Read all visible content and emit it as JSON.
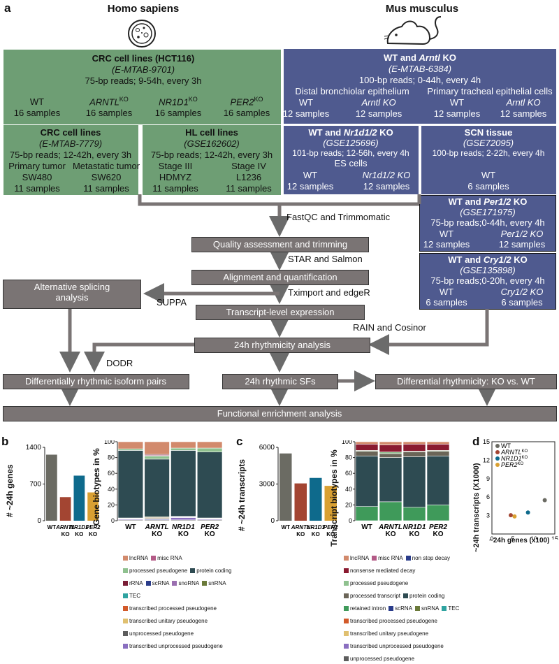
{
  "panel_a": {
    "letter": "a",
    "human_title": "Homo sapiens",
    "mouse_title": "Mus musculus",
    "crc1": {
      "title": "CRC cell lines (HCT116)",
      "acc": "(E-MTAB-9701)",
      "reads": "75-bp reads; 9-54h, every 3h",
      "groups": [
        {
          "label": "WT",
          "sup": "",
          "n": "16 samples"
        },
        {
          "label": "ARNTL",
          "sup": "KO",
          "n": "16 samples"
        },
        {
          "label": "NR1D1",
          "sup": "KO",
          "n": "16 samples"
        },
        {
          "label": "PER2",
          "sup": "KO",
          "n": "16 samples"
        }
      ]
    },
    "crc2": {
      "title": "CRC cell lines",
      "acc": "(E-MTAB-7779)",
      "reads": "75-bp reads; 12-42h, every 3h",
      "left": {
        "l1": "Primary tumor",
        "l2": "SW480",
        "n": "11 samples"
      },
      "right": {
        "l1": "Metastatic tumor",
        "l2": "SW620",
        "n": "11 samples"
      }
    },
    "hl": {
      "title": "HL cell lines",
      "acc": "(GSE162602)",
      "reads": "75-bp reads; 12-42h, every 3h",
      "left": {
        "l1": "Stage III",
        "l2": "HDMYZ",
        "n": "11 samples"
      },
      "right": {
        "l1": "Stage IV",
        "l2": "L1236",
        "n": "11 samples"
      }
    },
    "arntl": {
      "title_a": "WT and ",
      "title_b": "Arntl",
      "title_c": " KO",
      "acc": "(E-MTAB-6384)",
      "reads": "100-bp reads; 0-44h, every 4h",
      "left": {
        "tissue": "Distal bronchiolar epithelium",
        "g1": "WT",
        "g2": "Arntl KO",
        "n1": "12 samples",
        "n2": "12 samples"
      },
      "right": {
        "tissue": "Primary tracheal epithelial cells",
        "g1": "WT",
        "g2": "Arntl KO",
        "n1": "12 samples",
        "n2": "12 samples"
      }
    },
    "nr1d": {
      "title_a": "WT and ",
      "title_b": "Nr1d1/2",
      "title_c": " KO",
      "acc": "(GSE125696)",
      "reads": "101-bp reads; 12-56h, every 4h",
      "cells": "ES cells",
      "g1": "WT",
      "g2": "Nr1d1/2 KO",
      "n1": "12 samples",
      "n2": "12 samples"
    },
    "scn": {
      "title": "SCN tissue",
      "acc": "(GSE72095)",
      "reads": "100-bp reads; 2-22h, every 4h",
      "g1": "WT",
      "n1": "6 samples"
    },
    "per": {
      "title_a": "WT and ",
      "title_b": "Per1/2",
      "title_c": " KO",
      "acc": "(GSE171975)",
      "reads": "75-bp reads;0-44h, every 4h",
      "g1": "WT",
      "g2": "Per1/2 KO",
      "n1": "12 samples",
      "n2": "12 samples"
    },
    "cry": {
      "title_a": "WT and ",
      "title_b": "Cry1/2",
      "title_c": " KO",
      "acc": "(GSE135898)",
      "reads": "75-bp reads;0-20h, every 4h",
      "g1": "WT",
      "g2": "Cry1/2 KO",
      "n1": "6 samples",
      "n2": "6 samples"
    },
    "steps": {
      "fastqc": "FastQC and Trimmomatic",
      "quality": "Quality assessment and trimming",
      "star": "STAR and Salmon",
      "align": "Alignment and quantification",
      "tximport": "Tximport and edgeR",
      "suppa": "SUPPA",
      "altsplice": "Alternative splicing analysis",
      "transcript": "Transcript-level expression",
      "rain": "RAIN and Cosinor",
      "rhythm": "24h rhythmicity analysis",
      "dodr": "DODR",
      "diffpairs": "Differentially rhythmic isoform pairs",
      "sfs": "24h rhythmic SFs",
      "diffrhythm": "Differential rhythmicity: KO vs. WT",
      "functional": "Functional enrichment analysis"
    }
  },
  "colors": {
    "wt": "#6b6b63",
    "arntl": "#a34532",
    "nr1d1": "#0e6a8c",
    "per2": "#d9a032",
    "green": "#6e9e74",
    "blue": "#4f5a8f",
    "gray": "#7a7474"
  },
  "panel_b": {
    "letter": "b",
    "ylabel": "# ~24h  genes",
    "yticks": [
      "1400",
      "700",
      "0"
    ],
    "bars_xlabels": [
      [
        "WT"
      ],
      [
        "ARNTL",
        "KO"
      ],
      [
        "NR1D1",
        "KO"
      ],
      [
        "PER2",
        "KO"
      ]
    ],
    "stack_ylabel": "Gene biotypes in %",
    "stack_yticks": [
      "100",
      "80",
      "60",
      "40",
      "20",
      "0"
    ],
    "legend": [
      {
        "label": "lncRNA",
        "color": "#d28a6c"
      },
      {
        "label": "misc RNA",
        "color": "#b35a86"
      },
      {
        "label": "processed pseudogene",
        "color": "#8fc18f"
      },
      {
        "label": "protein coding",
        "color": "#2e4b52"
      },
      {
        "label": "rRNA",
        "color": "#7a1d35"
      },
      {
        "label": "scRNA",
        "color": "#2a3c8a"
      },
      {
        "label": "snoRNA",
        "color": "#9a6fb0"
      },
      {
        "label": "snRNA",
        "color": "#6b7a3a"
      },
      {
        "label": "TEC",
        "color": "#2fa3a0"
      },
      {
        "label": "transcribed processed pseudogene",
        "color": "#d25a2a"
      },
      {
        "label": "transcribed unitary pseudogene",
        "color": "#e0c070"
      },
      {
        "label": "unprocessed pseudogene",
        "color": "#5d5d5d"
      },
      {
        "label": "transcribed unprocessed pseudogene",
        "color": "#8a6fc0"
      }
    ]
  },
  "panel_c": {
    "letter": "c",
    "ylabel": "# ~24h  transcripts",
    "yticks": [
      "6000",
      "3000",
      "0"
    ],
    "bars_xlabels": [
      [
        "WT"
      ],
      [
        "ARNTL",
        "KO"
      ],
      [
        "NR1D1",
        "KO"
      ],
      [
        "PER2",
        "KO"
      ]
    ],
    "stack_ylabel": "Transcript biotypes in %",
    "stack_yticks": [
      "100",
      "80",
      "60",
      "40",
      "20",
      "0"
    ],
    "legend": [
      {
        "label": "lncRNA",
        "color": "#d28a6c"
      },
      {
        "label": "misc RNA",
        "color": "#b35a86"
      },
      {
        "label": "non stop decay",
        "color": "#2a3c8a"
      },
      {
        "label": "nonsense mediated decay",
        "color": "#8a1a30"
      },
      {
        "label": "processed pseudogene",
        "color": "#8fc18f"
      },
      {
        "label": "processed transcript",
        "color": "#6b6558"
      },
      {
        "label": "protein coding",
        "color": "#2e4b52"
      },
      {
        "label": "retained intron",
        "color": "#3f9a5a"
      },
      {
        "label": "scRNA",
        "color": "#2a3c8a"
      },
      {
        "label": "snRNA",
        "color": "#6b7a3a"
      },
      {
        "label": "TEC",
        "color": "#2fa3a0"
      },
      {
        "label": "transcribed processed pseudogene",
        "color": "#d25a2a"
      },
      {
        "label": "transcribed unitary pseudogene",
        "color": "#e0c070"
      },
      {
        "label": "transcribed unprocessed pseudogene",
        "color": "#8a6fc0"
      },
      {
        "label": "unprocessed pseudogene",
        "color": "#5d5d5d"
      }
    ]
  },
  "panel_d": {
    "letter": "d",
    "xlabel": "~24h  genes (x100)",
    "ylabel": "~24h  transcripts (X1000)",
    "xticks": [
      "0",
      "5",
      "10",
      "15"
    ],
    "yticks": [
      "15",
      "12",
      "9",
      "6",
      "3"
    ],
    "legend": [
      {
        "label": "WT",
        "sup": ""
      },
      {
        "label": "ARNTL",
        "sup": "KO"
      },
      {
        "label": "NR1D1",
        "sup": "KO"
      },
      {
        "label": "PER2",
        "sup": "KO"
      }
    ]
  },
  "chart_data": [
    {
      "type": "bar",
      "categories": [
        "WT",
        "ARNTL KO",
        "NR1D1 KO",
        "PER2 KO"
      ],
      "values": [
        1260,
        450,
        860,
        540
      ],
      "ylabel": "# ~24h  genes",
      "ylim": [
        0,
        1400
      ]
    },
    {
      "type": "bar",
      "categories": [
        "WT",
        "ARNTL KO",
        "NR1D1 KO",
        "PER2 KO"
      ],
      "series": [
        {
          "name": "unprocessed pseudogene",
          "values": [
            1,
            1,
            1,
            1
          ]
        },
        {
          "name": "transcribed unprocessed pseudogene",
          "values": [
            1,
            1,
            3,
            1
          ]
        },
        {
          "name": "TEC",
          "values": [
            0.5,
            1,
            0.5,
            0.5
          ]
        },
        {
          "name": "transcribed processed pseudogene",
          "values": [
            0.5,
            1,
            0.5,
            0.5
          ]
        },
        {
          "name": "snRNA",
          "values": [
            0.5,
            1,
            0.5,
            0.5
          ]
        },
        {
          "name": "protein coding",
          "values": [
            85.5,
            73,
            83.5,
            83.5
          ]
        },
        {
          "name": "processed pseudogene",
          "values": [
            2,
            4,
            3,
            5
          ]
        },
        {
          "name": "misc RNA",
          "values": [
            0,
            1,
            0,
            0
          ]
        },
        {
          "name": "rRNA",
          "values": [
            0,
            1,
            0,
            0
          ]
        },
        {
          "name": "lncRNA",
          "values": [
            9,
            16,
            8,
            8
          ]
        }
      ],
      "ylabel": "Gene biotypes in %",
      "ylim": [
        0,
        100
      ]
    },
    {
      "type": "bar",
      "categories": [
        "WT",
        "ARNTL KO",
        "NR1D1 KO",
        "PER2 KO"
      ],
      "values": [
        5500,
        3050,
        3500,
        2850
      ],
      "ylabel": "# ~24h  transcripts",
      "ylim": [
        0,
        6000
      ]
    },
    {
      "type": "bar",
      "categories": [
        "WT",
        "ARNTL KO",
        "NR1D1 KO",
        "PER2 KO"
      ],
      "series": [
        {
          "name": "retained intron",
          "values": [
            18,
            24,
            17,
            20
          ]
        },
        {
          "name": "protein coding",
          "values": [
            64,
            56,
            64,
            62
          ]
        },
        {
          "name": "processed transcript",
          "values": [
            6,
            5,
            6,
            6
          ]
        },
        {
          "name": "processed pseudogene",
          "values": [
            1,
            2,
            1,
            1
          ]
        },
        {
          "name": "nonsense mediated decay",
          "values": [
            8,
            9,
            9,
            8
          ]
        },
        {
          "name": "lncRNA",
          "values": [
            3,
            4,
            3,
            3
          ]
        }
      ],
      "ylabel": "Transcript biotypes in %",
      "ylim": [
        0,
        100
      ]
    },
    {
      "type": "scatter",
      "xlabel": "~24h  genes (x100)",
      "ylabel": "~24h  transcripts (X1000)",
      "xlim": [
        0,
        15
      ],
      "ylim": [
        0,
        15
      ],
      "series": [
        {
          "name": "WT",
          "x": [
            12.6
          ],
          "y": [
            5.5
          ]
        },
        {
          "name": "ARNTL KO",
          "x": [
            4.5
          ],
          "y": [
            3.05
          ]
        },
        {
          "name": "NR1D1 KO",
          "x": [
            8.6
          ],
          "y": [
            3.5
          ]
        },
        {
          "name": "PER2 KO",
          "x": [
            5.4
          ],
          "y": [
            2.85
          ]
        }
      ]
    }
  ]
}
